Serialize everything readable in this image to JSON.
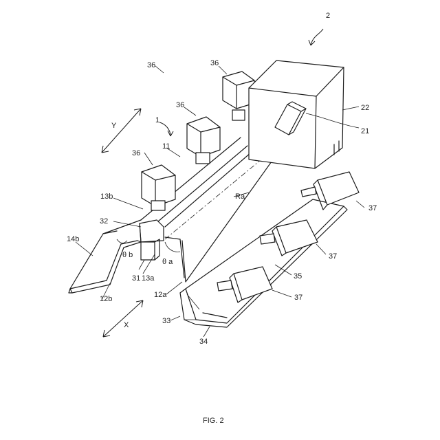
{
  "figure": {
    "caption": "FIG. 2",
    "labels": {
      "l2": "2",
      "l1": "1",
      "l11": "11",
      "l12a": "12a",
      "l12b": "12b",
      "l13a": "13a",
      "l13b": "13b",
      "l14b": "14b",
      "l21": "21",
      "l22": "22",
      "l31": "31",
      "l32": "32",
      "l33": "33",
      "l34": "34",
      "l35": "35",
      "l36a": "36",
      "l36b": "36",
      "l36c": "36",
      "l37a": "37",
      "l37b": "37",
      "l37c": "37",
      "lRa": "Ra",
      "lX": "X",
      "lY": "Y",
      "thetaA": "θ a",
      "thetaB": "θ b"
    }
  }
}
